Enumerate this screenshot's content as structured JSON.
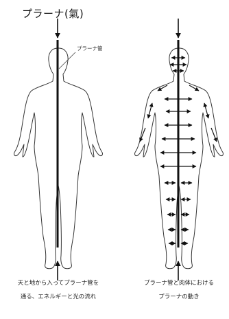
{
  "title": "プラーナ(氣)",
  "callout_label": "プラーナ管",
  "captions": {
    "left": [
      "天と地から入ってプラーナ管を",
      "通る、エネルギーと光の流れ"
    ],
    "right": [
      "プラーナ管と肉体における",
      "プラーナの動き"
    ]
  },
  "colors": {
    "line": "#111111",
    "figure_outline": "#333333",
    "background": "#ffffff"
  },
  "icons": [
    "arrow-down-icon",
    "arrow-up-icon",
    "double-arrow-icon"
  ]
}
